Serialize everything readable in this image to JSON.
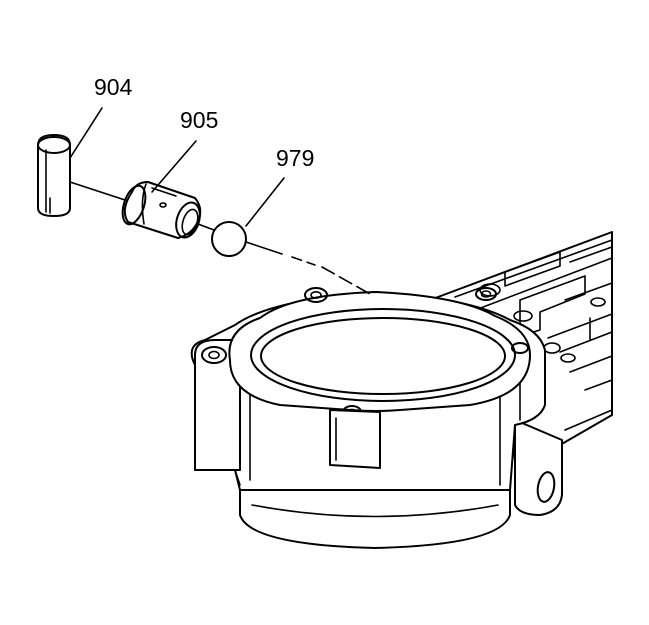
{
  "diagram": {
    "callouts": [
      {
        "id": "904",
        "label": "904"
      },
      {
        "id": "905",
        "label": "905"
      },
      {
        "id": "979",
        "label": "979"
      }
    ]
  }
}
